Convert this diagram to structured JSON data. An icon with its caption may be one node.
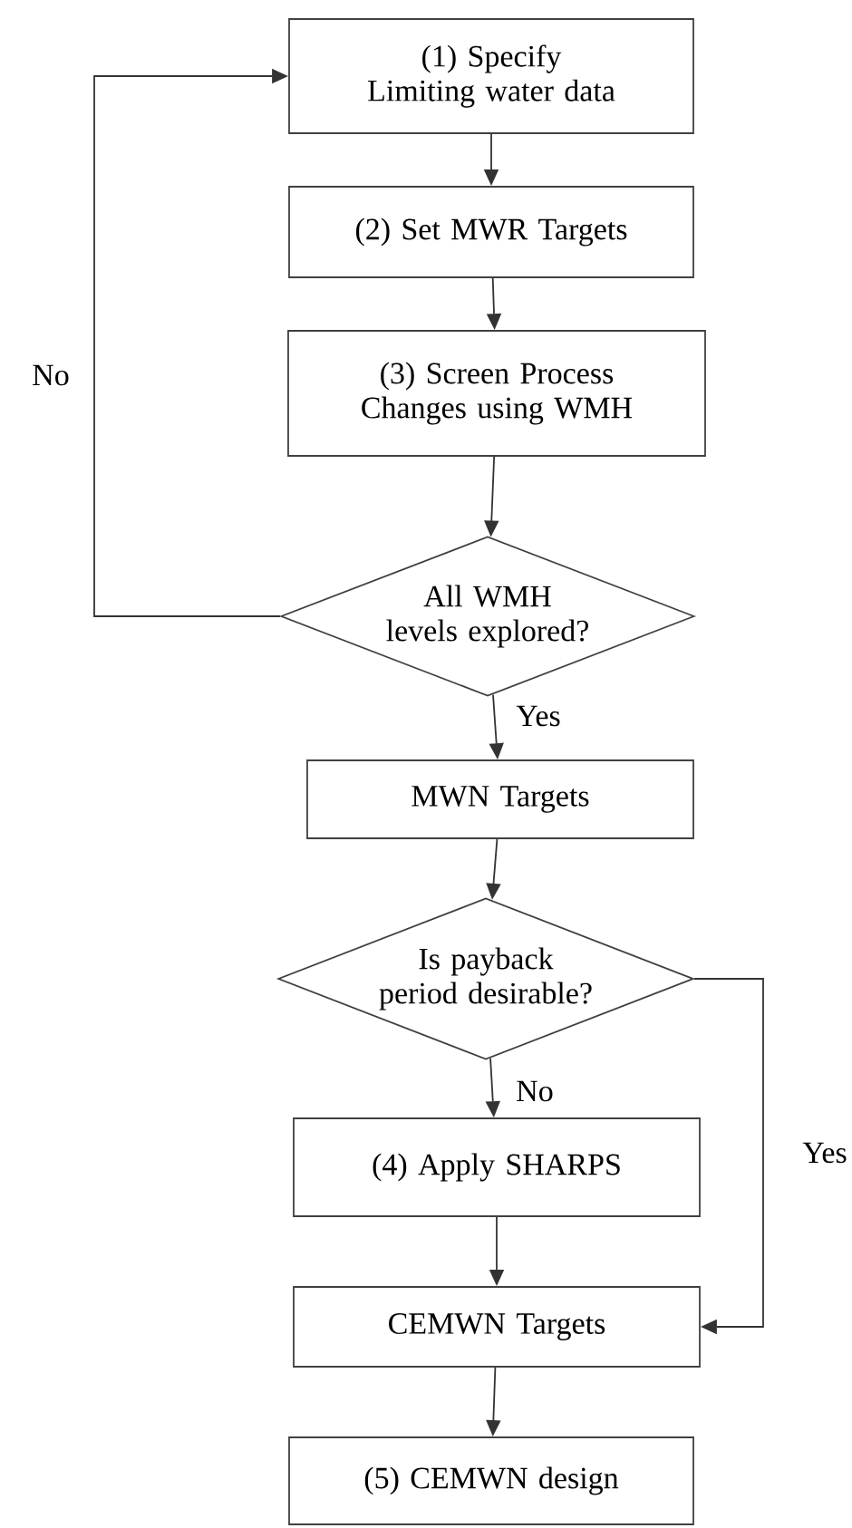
{
  "diagram": {
    "nodes": [
      {
        "text": [
          "(1) Specify Limiting water data"
        ]
      },
      {
        "text": [
          "(2) Set MWR Targets"
        ]
      },
      {
        "text": [
          "(3) Screen Process Changes using WMH"
        ]
      },
      {
        "text": [
          "All WMH levels explored?"
        ]
      },
      {
        "text": [
          "MWN Targets"
        ]
      },
      {
        "text": [
          "Is payback period desirable?"
        ]
      },
      {
        "text": [
          "(4) Apply SHARPS"
        ]
      },
      {
        "text": [
          "CEMWN Targets"
        ]
      },
      {
        "text": [
          "(5) CEMWN design"
        ]
      }
    ],
    "edges": [
      {
        "from": 0,
        "to": 1,
        "arrow": "to"
      },
      {
        "from": 1,
        "to": 2,
        "arrow": "to"
      },
      {
        "from": 2,
        "to": 3,
        "arrow": "to"
      },
      {
        "from": 3,
        "to": 0,
        "arrow": "to",
        "label": "No"
      },
      {
        "from": 3,
        "to": 4,
        "arrow": "to",
        "label": "Yes"
      },
      {
        "from": 4,
        "to": 5,
        "arrow": "to"
      },
      {
        "from": 5,
        "to": 6,
        "arrow": "to",
        "label": "No"
      },
      {
        "from": 5,
        "to": 7,
        "arrow": "to",
        "label": "Yes"
      },
      {
        "from": 6,
        "to": 7,
        "arrow": "to"
      },
      {
        "from": 7,
        "to": 8,
        "arrow": "to"
      }
    ]
  }
}
